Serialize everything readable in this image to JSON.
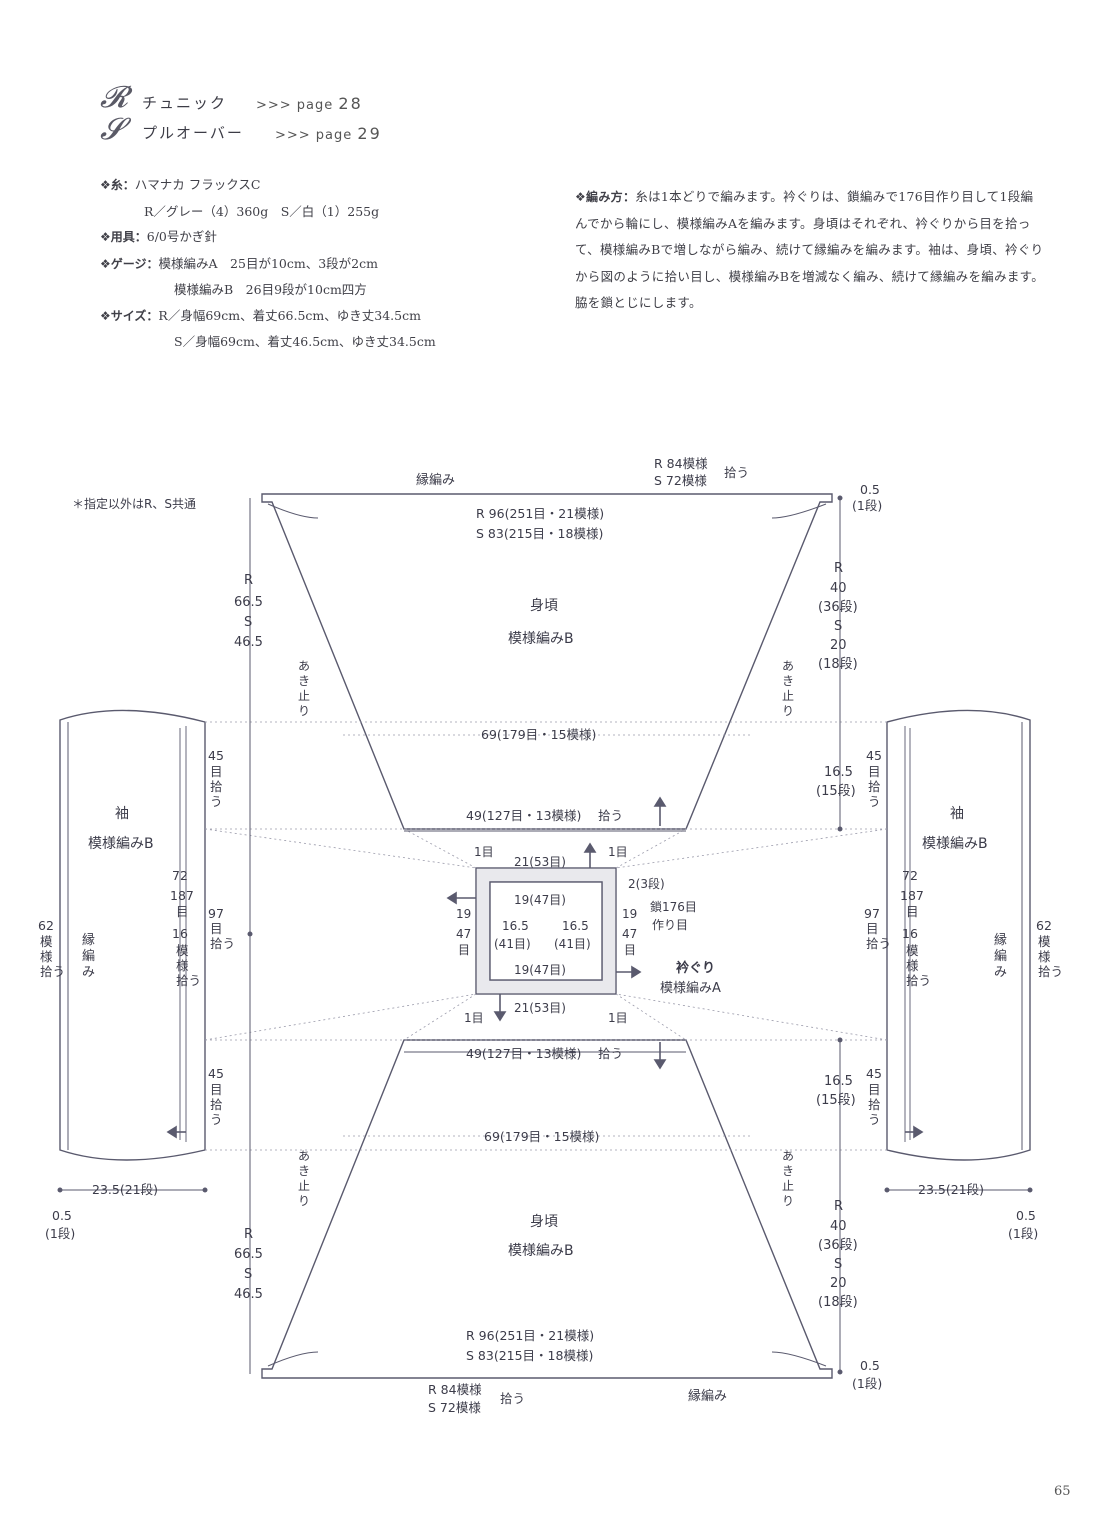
{
  "header": {
    "items": [
      {
        "mark": "R",
        "title": "チュニック",
        "page_prefix": ">>> page",
        "page": "28"
      },
      {
        "mark": "S",
        "title": "プルオーバー",
        "page_prefix": ">>> page",
        "page": "29"
      }
    ]
  },
  "specs": {
    "yarn": {
      "key": "❖糸：",
      "line1": "ハマナカ フラックスC",
      "line2": "R／グレー（4）360g　S／白（1）255g"
    },
    "tool": {
      "key": "❖用具：",
      "value": "6/0号かぎ針"
    },
    "gauge": {
      "key": "❖ゲージ：",
      "line1": "模様編みA　25目が10cm、3段が2cm",
      "line2": "模様編みB　26目9段が10cm四方"
    },
    "size": {
      "key": "❖サイズ：",
      "line1": "R／身幅69cm、着丈66.5cm、ゆき丈34.5cm",
      "line2": "S／身幅69cm、着丈46.5cm、ゆき丈34.5cm"
    }
  },
  "method": {
    "key": "❖編み方：",
    "text": "糸は1本どりで編みます。衿ぐりは、鎖編みで176目作り目して1段編んでから輪にし、模様編みAを編みます。身頃はそれぞれ、衿ぐりから目を拾って、模様編みBで増しながら編み、続けて縁編みを編みます。袖は、身頃、衿ぐりから図のように拾い目し、模様編みBを増減なく編み、続けて縁編みを編みます。脇を鎖とじにします。"
  },
  "diagram": {
    "note": "＊指定以外はR、S共通",
    "body_label": "身頃",
    "pattern_b": "模様編みB",
    "sleeve_label": "袖",
    "border": "縁編み",
    "border_v1": "縁",
    "border_v2": "編",
    "border_v3": "み",
    "pick_84": "R 84模様",
    "pick_72": "S 72模様",
    "pick": "拾う",
    "hem_r": "R 96(251目・21模様)",
    "hem_s": "S 83(215目・18模様)",
    "half": "0.5",
    "one_row": "(1段)",
    "len_r_mark": "R",
    "len_r": "66.5",
    "len_s_mark": "S",
    "len_s": "46.5",
    "side_r_mark": "R",
    "side_r": "40",
    "side_r_rows": "(36段)",
    "side_s_mark": "S",
    "side_s": "20",
    "side_s_rows": "(18段)",
    "opening1": "あ",
    "opening2": "き",
    "opening3": "止",
    "opening4": "り",
    "width69": "69(179目・15模様)",
    "width49": "49(127目・13模様)",
    "pick_word": "拾う",
    "armhole": "16.5",
    "armhole_rows": "(15段)",
    "sleeve_45a": "45",
    "sleeve_45b": "目",
    "sleeve_45c": "拾",
    "sleeve_45d": "う",
    "sleeve_72": "72",
    "sleeve_187": "187",
    "sleeve_me": "目",
    "sleeve_16": "16",
    "sleeve_mo": "模",
    "sleeve_yo": "様",
    "sleeve_paren": ")",
    "sleeve_97": "97",
    "sleeve_62": "62",
    "sleeve_mo2": "模",
    "sleeve_yo2": "様",
    "cuff_width": "23.5(21段)",
    "one_me": "1目",
    "neck_outer": "21(53目)",
    "neck_inner": "19(47目)",
    "neck_side": "16.5",
    "neck_side_me": "(41目)",
    "neck_19": "19",
    "neck_47": "47",
    "neck_me": "目",
    "rows_2": "2(3段)",
    "chain_176": "鎖176目",
    "cast_on": "作り目",
    "neckline": "衿ぐり",
    "pattern_a": "模様編みA"
  },
  "page_number": "65"
}
